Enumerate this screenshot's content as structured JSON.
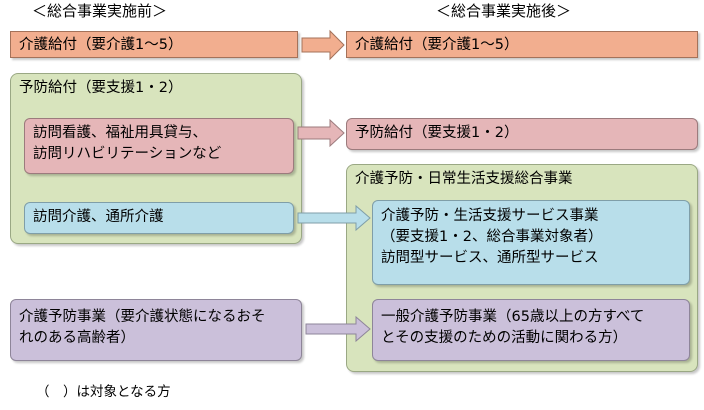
{
  "headers": {
    "before": "＜総合事業実施前＞",
    "after": "＜総合事業実施後＞"
  },
  "top_row": {
    "before_label": "介護給付（要介護1～5）",
    "after_label": "介護給付（要介護1～5）"
  },
  "left_group": {
    "title": "予防給付（要支援1・2）",
    "box1_lines": [
      "訪問看護、福祉用具貸与、",
      "訪問リハビリテーションなど"
    ],
    "box2_label": "訪問介護、通所介護"
  },
  "right_pink_label": "予防給付（要支援1・2）",
  "right_group": {
    "title": "介護予防・日常生活支援総合事業",
    "service_lines": [
      "介護予防・生活支援サービス事業",
      "（要支援1・2、総合事業対象者）",
      "訪問型サービス、通所型サービス"
    ],
    "general_lines": [
      "一般介護予防事業（65歳以上の方すべて",
      "とその支援のための活動に関わる方）"
    ]
  },
  "bottom_left_lines": [
    "介護予防事業（要介護状態になるおそ",
    "れのある高齢者）"
  ],
  "note": "（　）は対象となる方",
  "colors": {
    "salmon": "#f2ae8f",
    "pink": "#e5b6b8",
    "cyan": "#b8deea",
    "violet": "#cbc0da",
    "green": "#d8e4bd"
  }
}
